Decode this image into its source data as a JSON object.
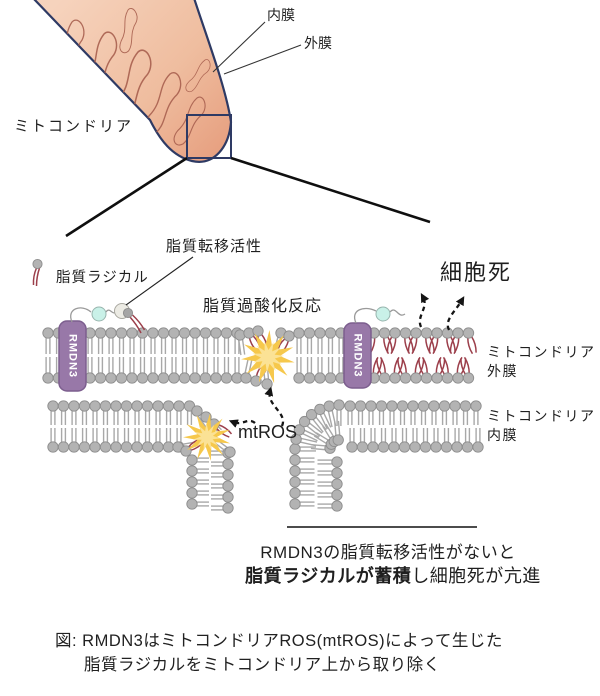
{
  "figure": {
    "type": "scientific-illustration",
    "subject": "RMDN3 lipid transfer on mitochondria"
  },
  "labels": {
    "mitochondria": "ミトコンドリア",
    "inner_membrane_callout": "内膜",
    "outer_membrane_callout": "外膜",
    "lipid_transfer_activity": "脂質転移活性",
    "lipid_radical": "脂質ラジカル",
    "lipid_peroxidation": "脂質過酸化反応",
    "cell_death": "細胞死",
    "mtros": "mtROS",
    "outer_membrane_line1": "ミトコンドリア",
    "outer_membrane_line2": "外膜",
    "inner_membrane_line1": "ミトコンドリア",
    "inner_membrane_line2": "内膜",
    "rmdn3": "RMDN3"
  },
  "summary": {
    "line1": "RMDN3の脂質転移活性がないと",
    "line2_bold": "脂質ラジカルが蓄積",
    "line2_rest": "し細胞死が亢進"
  },
  "caption": {
    "line1": "図: RMDN3はミトコンドリアROS(mtROS)によって生じた",
    "line2": "脂質ラジカルをミトコンドリア上から取り除く"
  },
  "colors": {
    "outline_navy": "#2e3a64",
    "mito_fill_light": "#f6d3bd",
    "mito_fill_mid": "#efbd9f",
    "mito_fill_dark": "#e59a7a",
    "crista_stroke": "#a8604f",
    "head_fill": "#b3b3b3",
    "head_stroke": "#8d8d8d",
    "tail_gray": "#a8a8a8",
    "tail_red": "#9c3f4b",
    "rmdn3_fill": "#9878a8",
    "rmdn3_stroke": "#7c5e8e",
    "cyan_ball": "#c9f1e8",
    "white_ball": "#ecebe4",
    "star_gold": "#f6c84c",
    "star_gold_light": "#fbe295",
    "arrow_black": "#151515"
  }
}
